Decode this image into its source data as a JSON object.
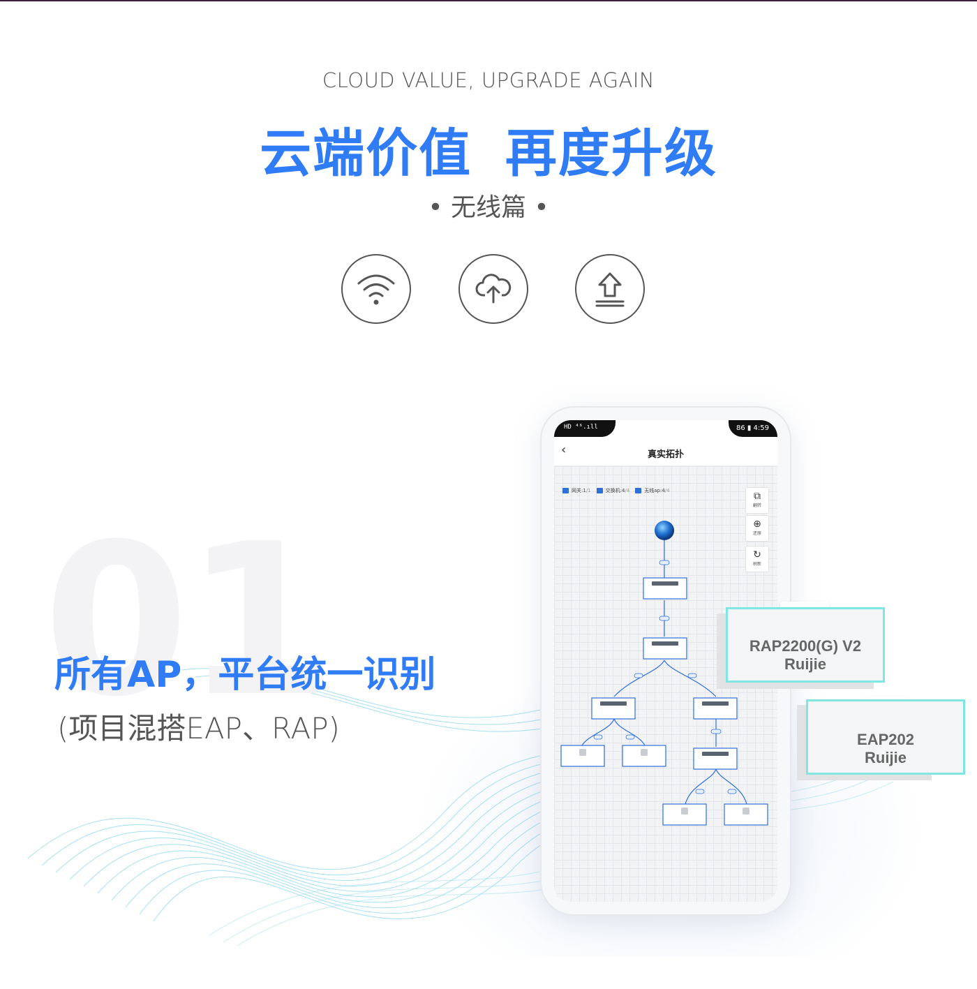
{
  "header": {
    "eyebrow": "CLOUD VALUE, UPGRADE AGAIN",
    "headline": "云端价值  再度升级",
    "subtitle": "• 无线篇 •"
  },
  "icons": [
    "wifi-icon",
    "cloud-upload-icon",
    "upload-arrow-icon"
  ],
  "feature": {
    "number": "01",
    "title": "所有AP，平台统一识别",
    "subtitle": "(项目混搭EAP、RAP)"
  },
  "phone": {
    "status_left": "HD ⁴⁶.ıll",
    "status_right": "86 ▮ 4:59",
    "back_glyph": "‹",
    "title": "真实拓扑",
    "legend": [
      {
        "label": "网关:1",
        "count": "/1"
      },
      {
        "label": "交换机:4",
        "count": "/4"
      },
      {
        "label": "无线ap:4",
        "count": "/4"
      }
    ],
    "tools": [
      {
        "icon": "flip-icon",
        "label": "翻转"
      },
      {
        "icon": "locate-icon",
        "label": "还原"
      },
      {
        "icon": "refresh-icon",
        "label": "刷新"
      }
    ],
    "node_brand": "Ruijie"
  },
  "callouts": [
    {
      "model": "RAP2200(G) V2",
      "brand": "Ruijie"
    },
    {
      "model": "EAP202",
      "brand": "Ruijie"
    }
  ],
  "colors": {
    "accent": "#2f7cf6",
    "callout_border": "#7fe6e2",
    "wave": "#5cc7ef"
  }
}
